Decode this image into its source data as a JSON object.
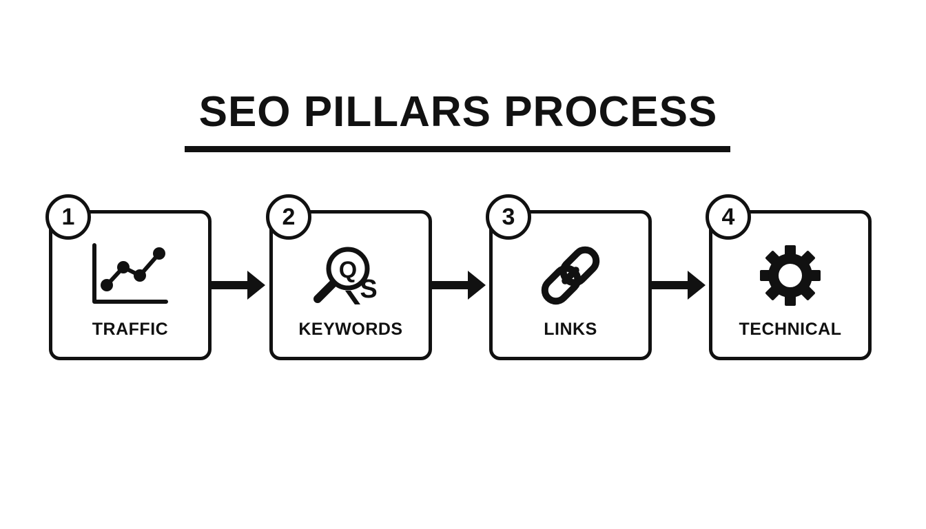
{
  "title": "SEO PILLARS PROCESS",
  "colors": {
    "ink": "#111111",
    "background": "#ffffff"
  },
  "steps": [
    {
      "number": "1",
      "label": "TRAFFIC",
      "icon": "line-chart-icon"
    },
    {
      "number": "2",
      "label": "KEYWORDS",
      "icon": "magnifier-keyword-icon"
    },
    {
      "number": "3",
      "label": "LINKS",
      "icon": "chain-link-icon"
    },
    {
      "number": "4",
      "label": "TECHNICAL",
      "icon": "gear-icon"
    }
  ],
  "keyword_icon_letters": {
    "inside": "Q",
    "beside": "S"
  },
  "connectors": [
    "arrow-right-icon",
    "arrow-right-icon",
    "arrow-right-icon"
  ]
}
